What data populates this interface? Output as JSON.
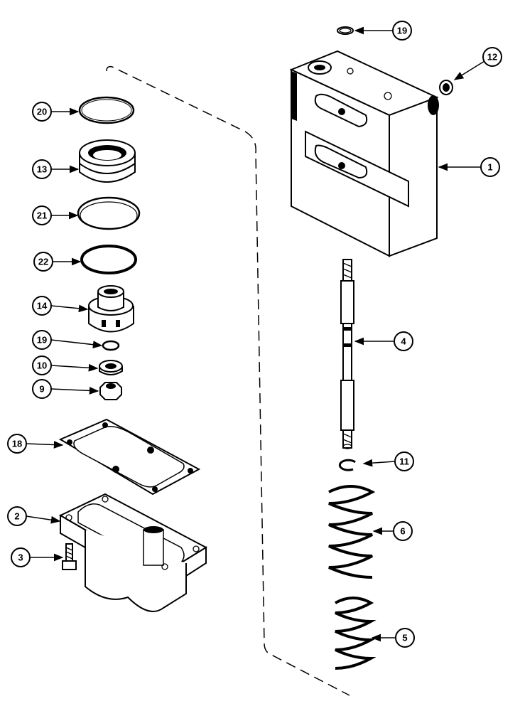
{
  "callouts": [
    {
      "id": "c19a",
      "label": "19",
      "part": "o-ring-top"
    },
    {
      "id": "c12",
      "label": "12",
      "part": "plug"
    },
    {
      "id": "c1",
      "label": "1",
      "part": "valve-housing"
    },
    {
      "id": "c20",
      "label": "20",
      "part": "ring"
    },
    {
      "id": "c13",
      "label": "13",
      "part": "seal"
    },
    {
      "id": "c21",
      "label": "21",
      "part": "ring"
    },
    {
      "id": "c22",
      "label": "22",
      "part": "o-ring"
    },
    {
      "id": "c14",
      "label": "14",
      "part": "piston"
    },
    {
      "id": "c19b",
      "label": "19",
      "part": "o-ring-small"
    },
    {
      "id": "c10",
      "label": "10",
      "part": "bearing"
    },
    {
      "id": "c9",
      "label": "9",
      "part": "nut"
    },
    {
      "id": "c4",
      "label": "4",
      "part": "spool-rod"
    },
    {
      "id": "c18",
      "label": "18",
      "part": "gasket"
    },
    {
      "id": "c11",
      "label": "11",
      "part": "snap-ring"
    },
    {
      "id": "c2",
      "label": "2",
      "part": "cover"
    },
    {
      "id": "c3",
      "label": "3",
      "part": "bolt"
    },
    {
      "id": "c6",
      "label": "6",
      "part": "spring-outer"
    },
    {
      "id": "c5",
      "label": "5",
      "part": "spring-inner"
    }
  ],
  "colors": {
    "ink": "#000000",
    "paper": "#ffffff",
    "shade": "#222222"
  }
}
